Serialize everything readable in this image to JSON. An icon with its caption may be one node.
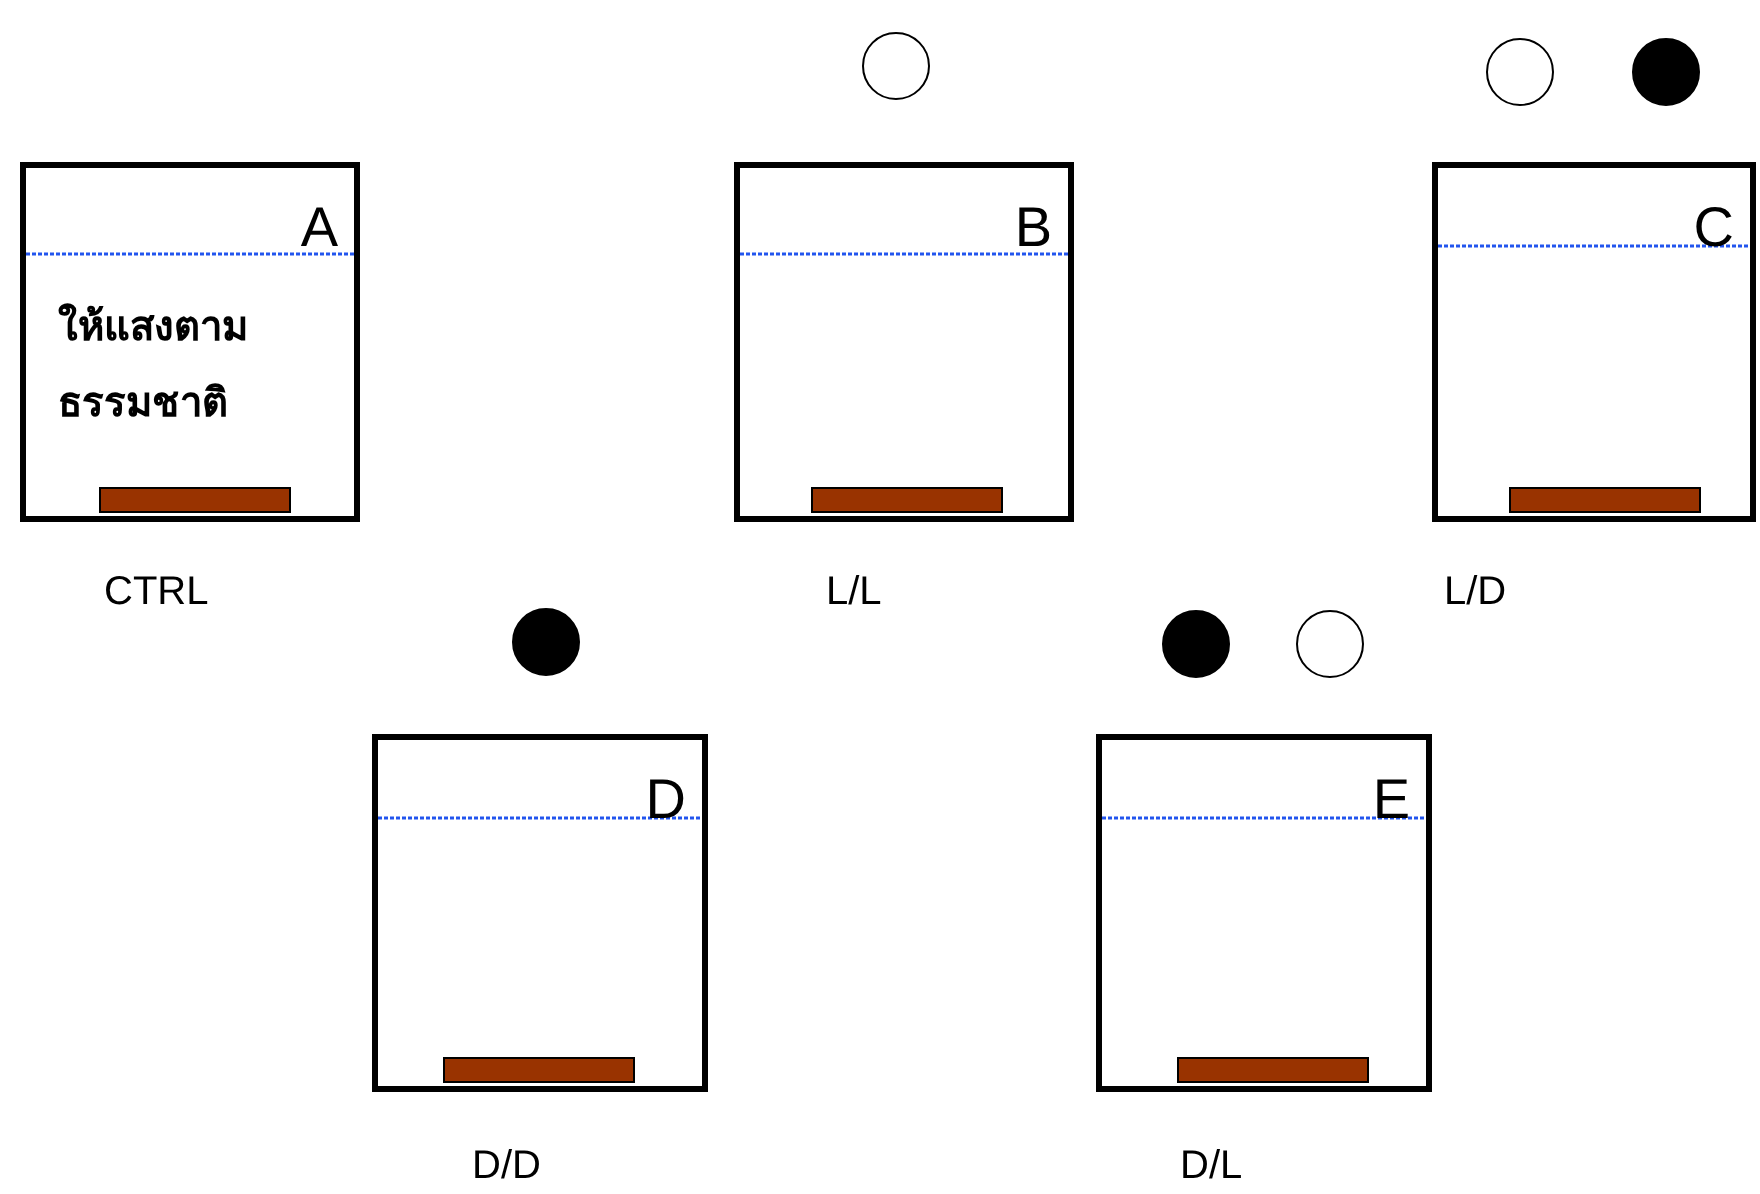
{
  "diagram": {
    "nodes": [
      {
        "text": [],
        "shape": "circle"
      },
      {
        "text": [],
        "shape": "circle"
      },
      {
        "text": [],
        "shape": "circle"
      },
      {
        "text": [
          "A",
          "ให้แสงตามธรรมชาติ"
        ],
        "beside": [
          "CTRL"
        ]
      },
      {
        "text": [
          "B"
        ],
        "beside": [
          "L/L"
        ]
      },
      {
        "text": [
          "C"
        ],
        "beside": [
          "L/D"
        ]
      },
      {
        "text": [],
        "shape": "circle"
      },
      {
        "text": [],
        "shape": "circle"
      },
      {
        "text": [],
        "shape": "circle"
      },
      {
        "text": [
          "D"
        ],
        "beside": [
          "D/D"
        ]
      },
      {
        "text": [
          "E"
        ],
        "beside": [
          "D/L"
        ]
      }
    ]
  }
}
